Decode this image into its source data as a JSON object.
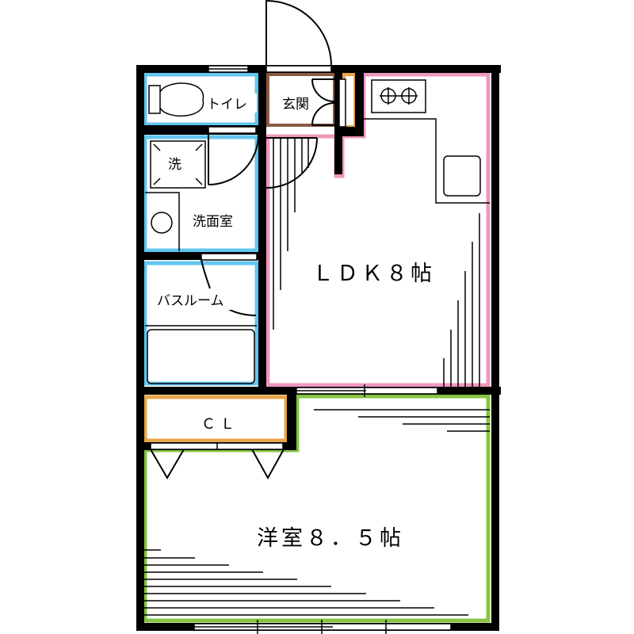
{
  "floor_plan": {
    "layout": "1LDK",
    "colors": {
      "wall": "#000000",
      "wet_area": "#63c6ee",
      "entrance": "#8b5a44",
      "ldk": "#ef97bd",
      "storage": "#e7a54a",
      "western_room": "#86c440",
      "background": "#ffffff"
    },
    "rooms": [
      {
        "id": "toilet",
        "label": "トイレ"
      },
      {
        "id": "entrance",
        "label": "玄関"
      },
      {
        "id": "washer",
        "label": "洗"
      },
      {
        "id": "washroom",
        "label": "洗面室"
      },
      {
        "id": "bathroom",
        "label": "バスルーム"
      },
      {
        "id": "ldk",
        "label": "ＬＤＫ８帖"
      },
      {
        "id": "closet",
        "label": "ＣＬ"
      },
      {
        "id": "western_room",
        "label": "洋室８．５帖"
      }
    ],
    "fixtures": [
      {
        "id": "stove",
        "icon": "two-burner-stove-icon"
      },
      {
        "id": "sink",
        "icon": "kitchen-sink-icon"
      },
      {
        "id": "toilet_bowl",
        "icon": "toilet-icon"
      },
      {
        "id": "wash_basin",
        "icon": "wash-basin-icon"
      },
      {
        "id": "bathtub",
        "icon": "bathtub-icon"
      },
      {
        "id": "washing_machine",
        "icon": "washing-machine-pan-icon"
      }
    ]
  }
}
